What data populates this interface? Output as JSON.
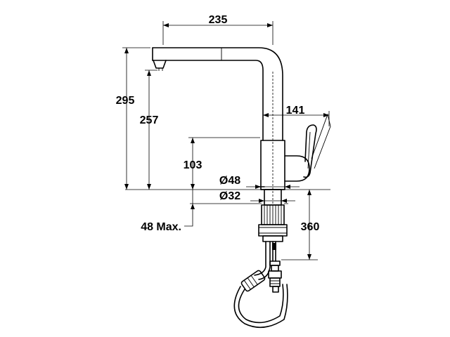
{
  "dimensions": {
    "width_overall": "235",
    "height_total": "295",
    "height_spout": "257",
    "reach_lever": "141",
    "height_body": "103",
    "dia_base": "Ø48",
    "dia_hole": "Ø32",
    "max_thickness": "48 Max.",
    "hose_length": "360"
  }
}
